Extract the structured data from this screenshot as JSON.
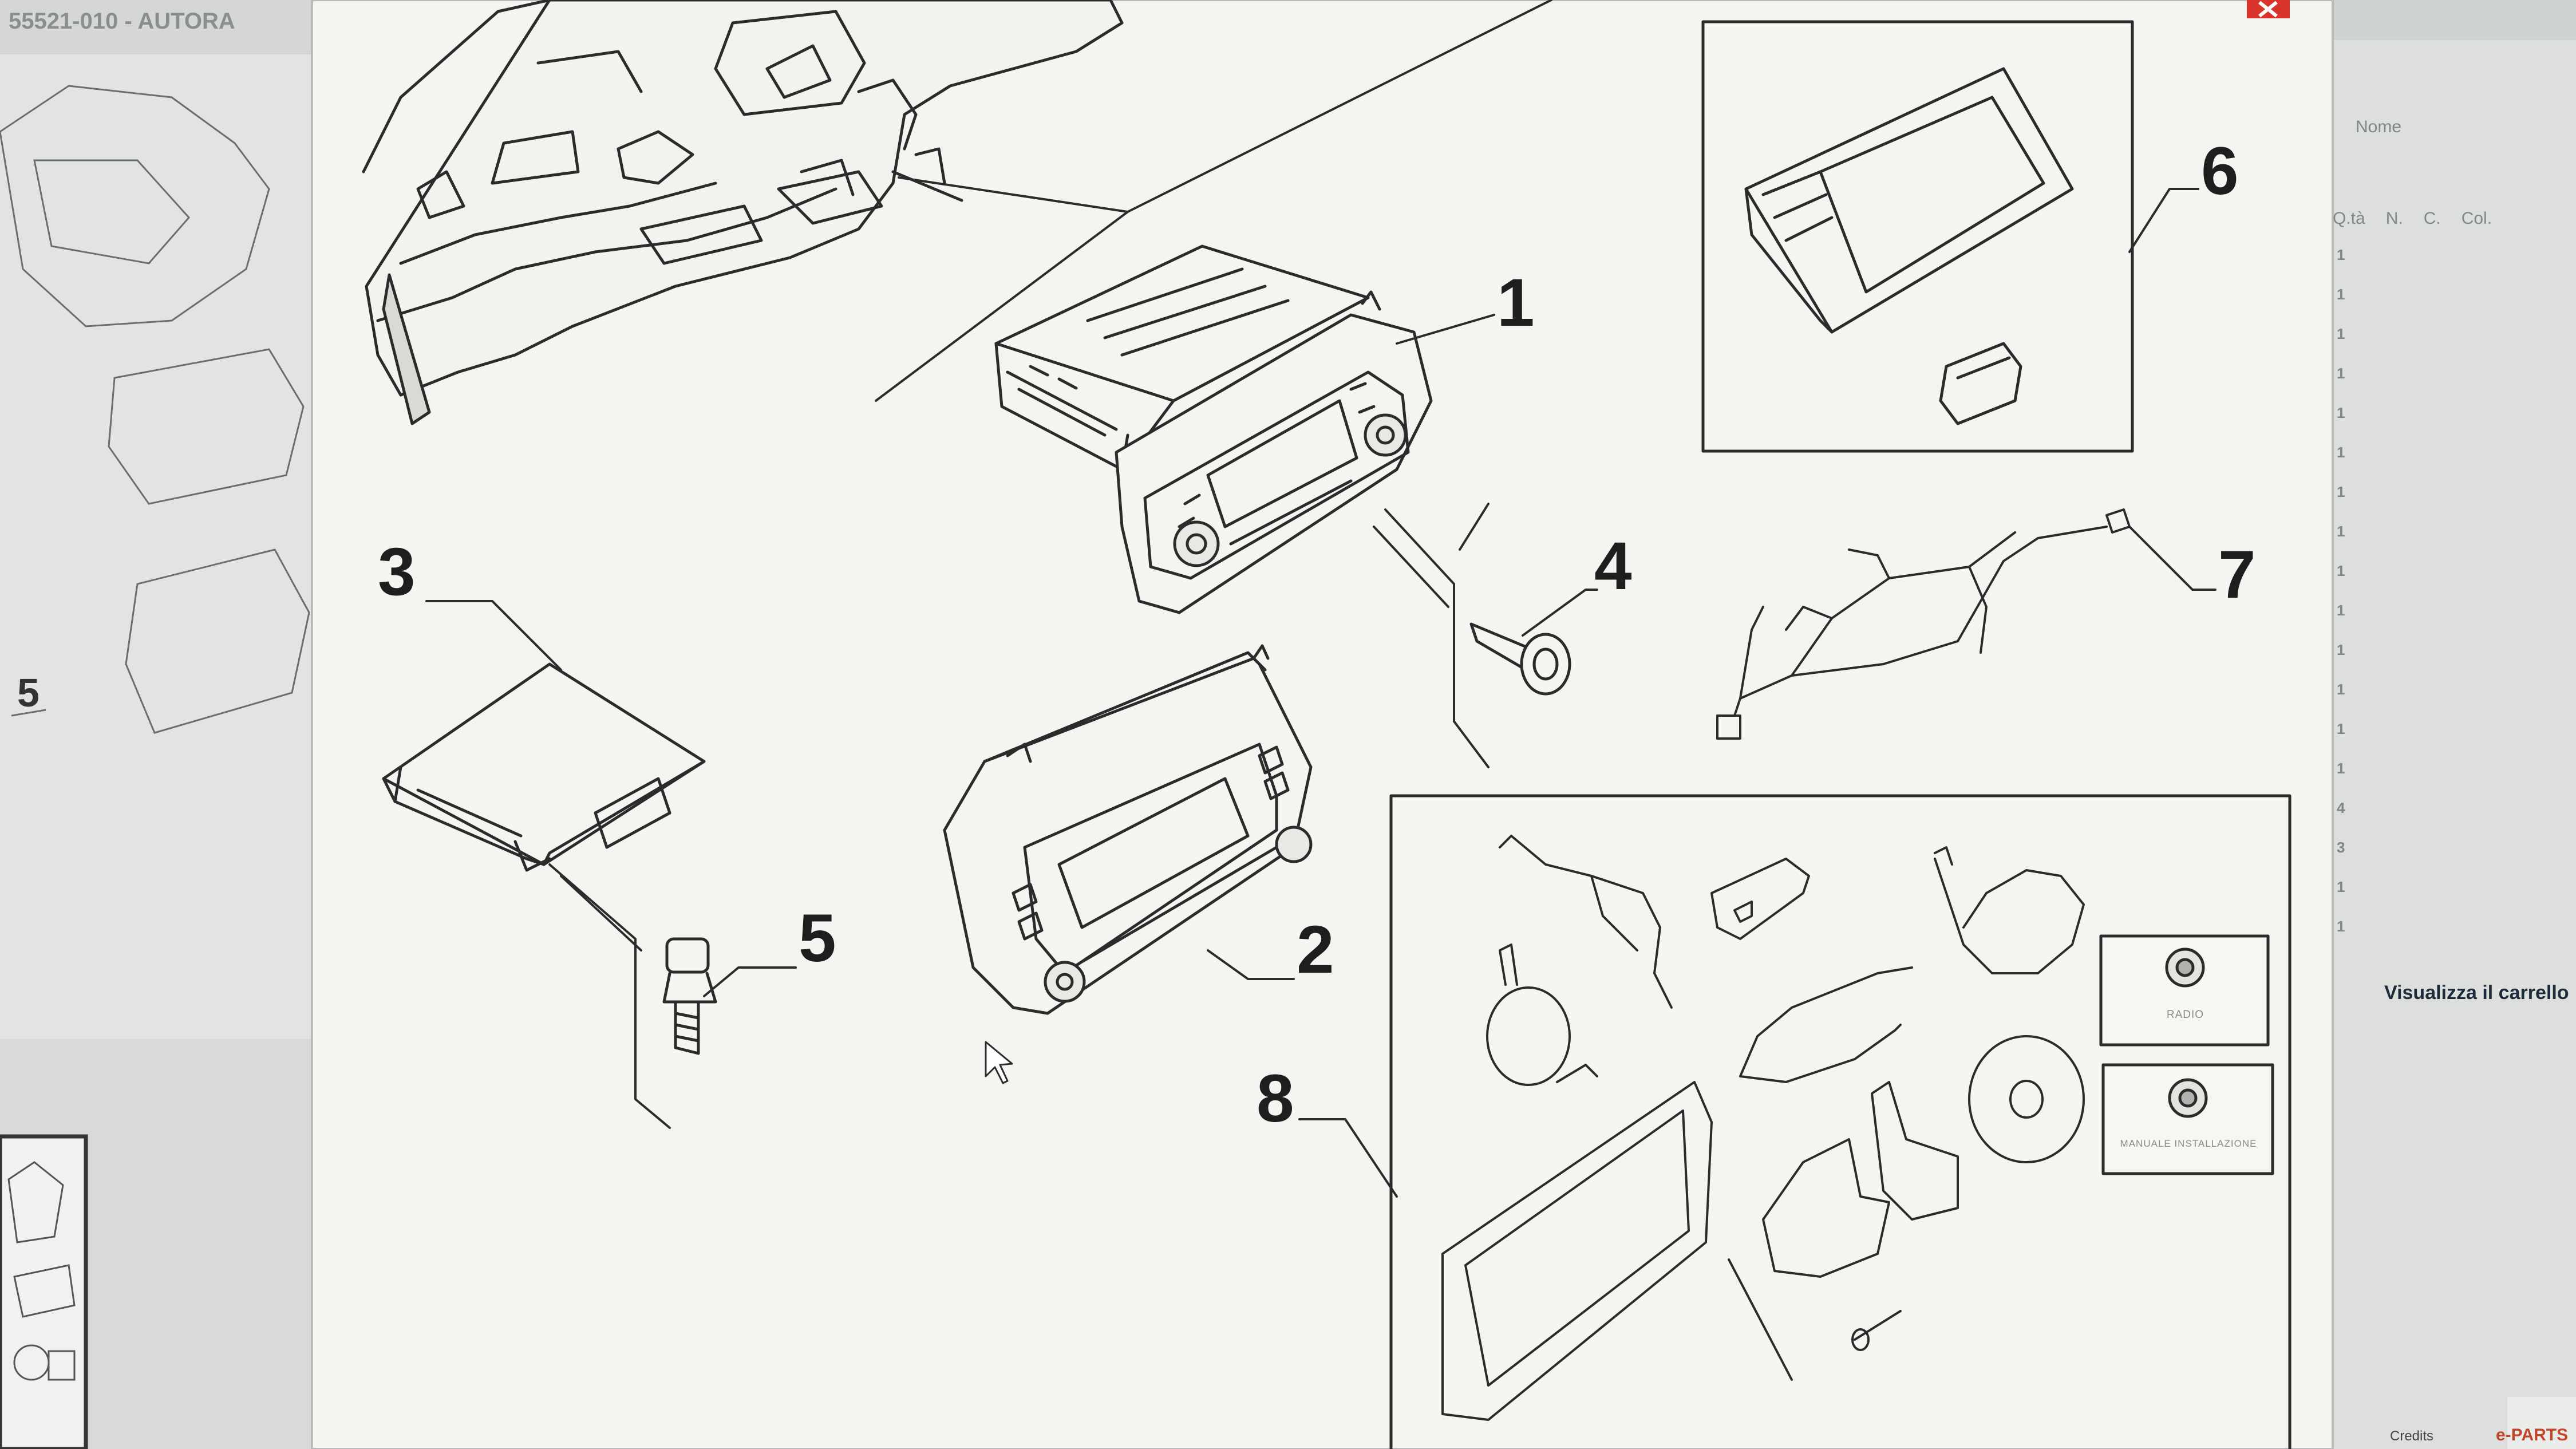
{
  "background_window": {
    "title_fragment": "55521-010 - AUTORA",
    "part_number_label": "5"
  },
  "right_panel": {
    "header_label": "Nome",
    "columns": [
      "Q.tà",
      "N.",
      "C.",
      "Col."
    ],
    "quantities": [
      "1",
      "1",
      "1",
      "1",
      "1",
      "1",
      "1",
      "1",
      "1",
      "1",
      "1",
      "1",
      "1",
      "1",
      "4",
      "3",
      "1",
      "1"
    ],
    "cart_link": "Visualizza il carrello",
    "footer_credits": "Credits",
    "footer_brand": "e-PARTS"
  },
  "exploded_view": {
    "callouts": [
      {
        "number": "1",
        "part": "radio-head-unit"
      },
      {
        "number": "2",
        "part": "radio-faceplate"
      },
      {
        "number": "3",
        "part": "control-module"
      },
      {
        "number": "4",
        "part": "screw"
      },
      {
        "number": "5",
        "part": "bolt"
      },
      {
        "number": "6",
        "part": "navigation-display-kit"
      },
      {
        "number": "7",
        "part": "wiring-harness"
      },
      {
        "number": "8",
        "part": "installation-kit"
      }
    ],
    "kit_labels": {
      "radio_manual": "RADIO",
      "install_manual": "MANUALE INSTALLAZIONE"
    }
  },
  "colors": {
    "popup_background": "#f4f5f1",
    "line_art": "#2b2b2b",
    "background_window": "#e3e5e2",
    "close_button": "#d8342c",
    "link_text": "#1d2a3a",
    "brand_accent": "#c4452a"
  }
}
